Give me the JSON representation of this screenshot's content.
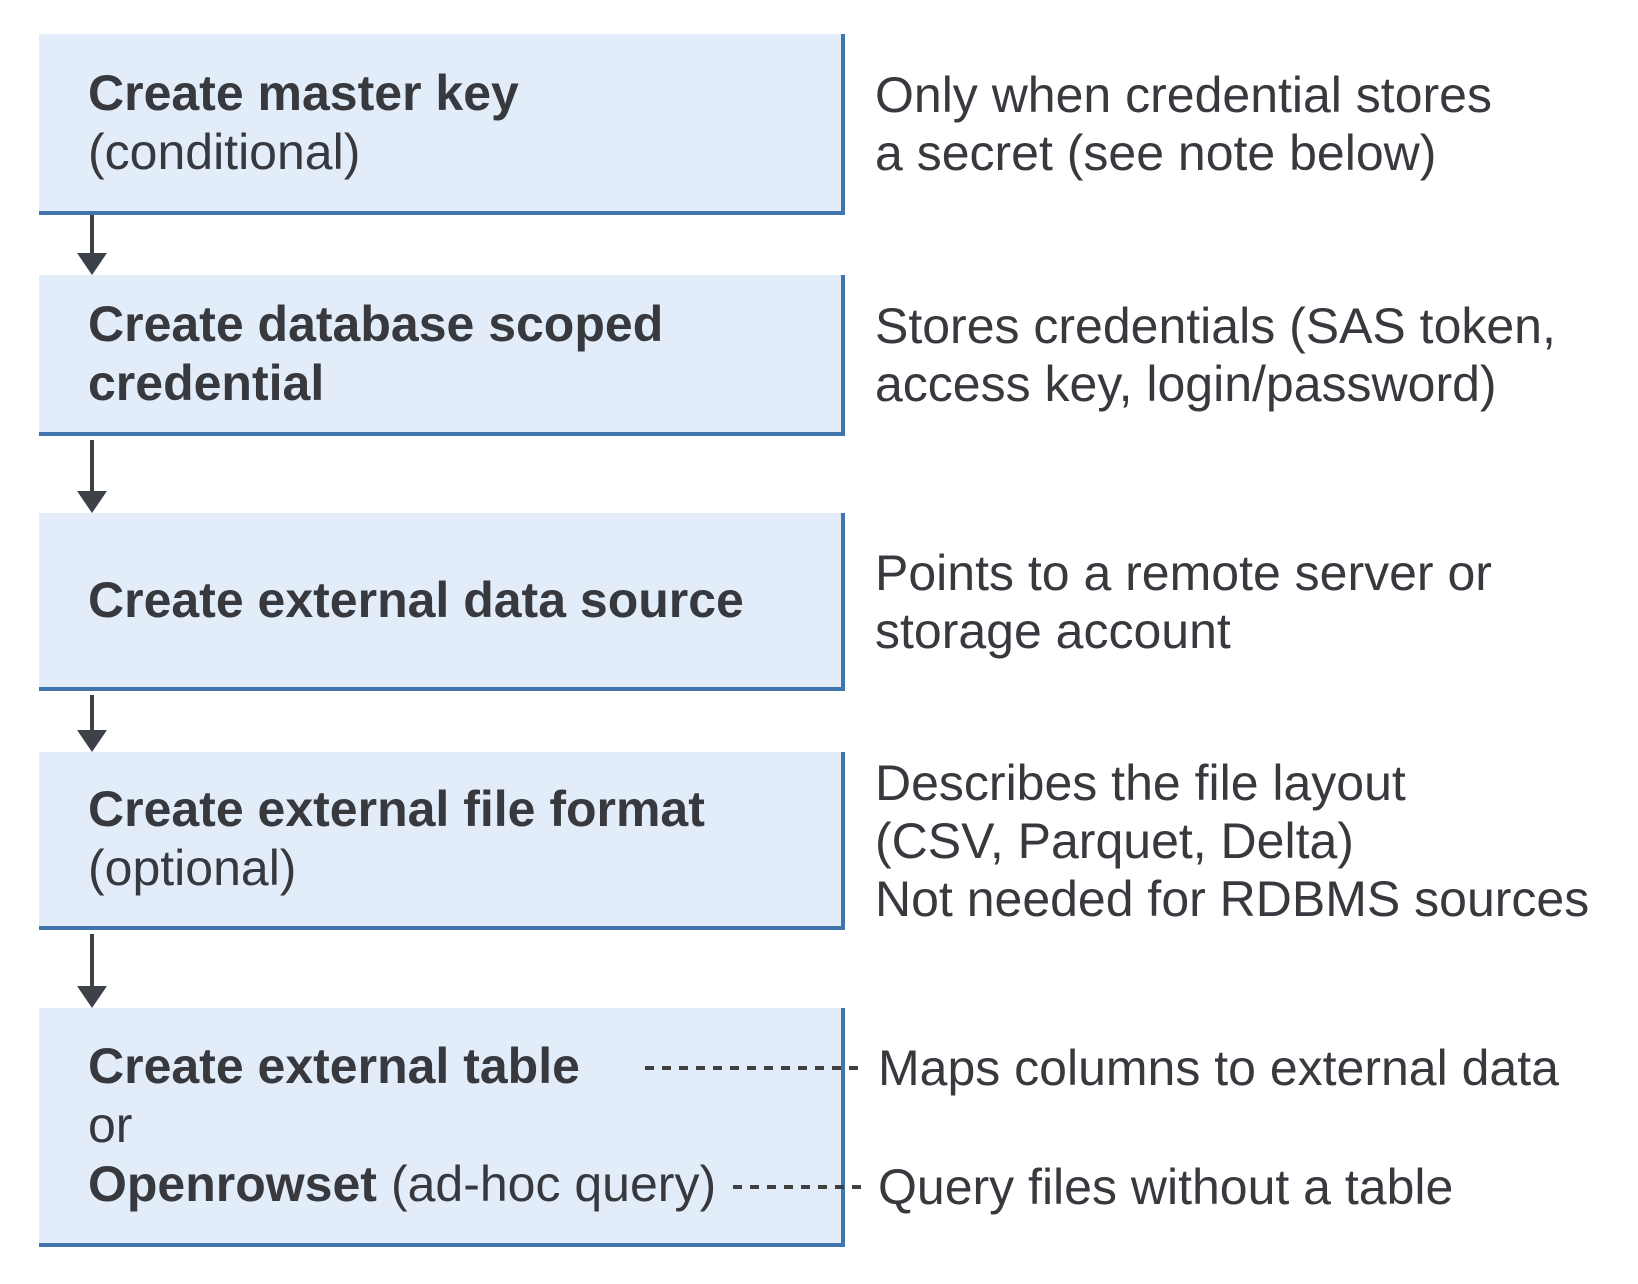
{
  "diagram": {
    "steps": [
      {
        "title": "Create master key",
        "qualifier": "(conditional)",
        "note": "Only when credential stores\na secret (see note below)"
      },
      {
        "title": "Create database scoped credential",
        "qualifier": "",
        "note": "Stores credentials (SAS token,\naccess key, login/password)"
      },
      {
        "title": "Create external data source",
        "qualifier": "",
        "note": "Points to a remote server or\nstorage account"
      },
      {
        "title": "Create external file format",
        "qualifier": "(optional)",
        "note": "Describes the file layout\n(CSV, Parquet, Delta)\nNot needed for RDBMS sources"
      }
    ],
    "final_step": {
      "option1_title": "Create external table",
      "connector": "or",
      "option2_title": "Openrowset",
      "option2_qualifier": "(ad-hoc query)",
      "option1_note": "Maps columns to external data",
      "option2_note": "Query files without a table"
    },
    "colors": {
      "box_fill": "#e3edfa",
      "box_border": "#4076ad",
      "arrow": "#3d4249",
      "text": "#37393e",
      "dash": "#404040"
    }
  }
}
